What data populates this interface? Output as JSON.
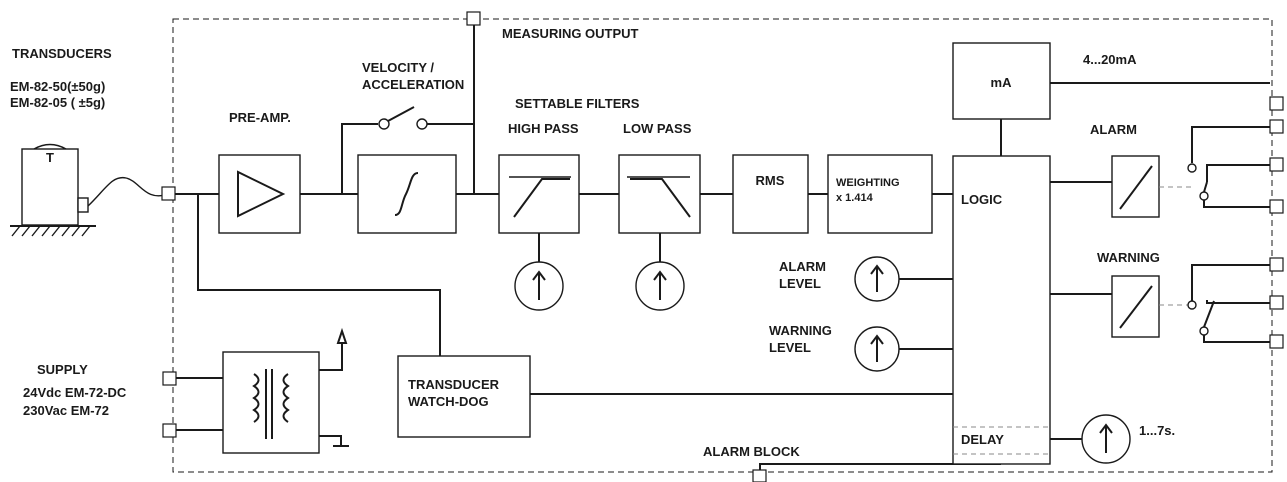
{
  "labels": {
    "transducers": "TRANSDUCERS",
    "transducer_model_1": "EM-82-50(±50g)",
    "transducer_model_2": "EM-82-05 ( ±5g)",
    "transducer_letter": "T",
    "pre_amp": "PRE-AMP.",
    "velocity_1": "VELOCITY /",
    "velocity_2": "ACCELERATION",
    "measuring_output": "MEASURING OUTPUT",
    "settable_filters": "SETTABLE FILTERS",
    "high_pass": "HIGH PASS",
    "low_pass": "LOW PASS",
    "rms": "RMS",
    "weighting_1": "WEIGHTING",
    "weighting_2": "x 1.414",
    "ma": "mA",
    "current_output": "4...20mA",
    "alarm": "ALARM",
    "warning": "WARNING",
    "logic": "LOGIC",
    "alarm_level_1": "ALARM",
    "alarm_level_2": "LEVEL",
    "warning_level_1": "WARNING",
    "warning_level_2": "LEVEL",
    "supply": "SUPPLY",
    "supply_dc": "24Vdc EM-72-DC",
    "supply_ac": "230Vac EM-72",
    "watchdog_1": "TRANSDUCER",
    "watchdog_2": "WATCH-DOG",
    "alarm_block": "ALARM BLOCK",
    "delay": "DELAY",
    "delay_range": "1...7s."
  }
}
